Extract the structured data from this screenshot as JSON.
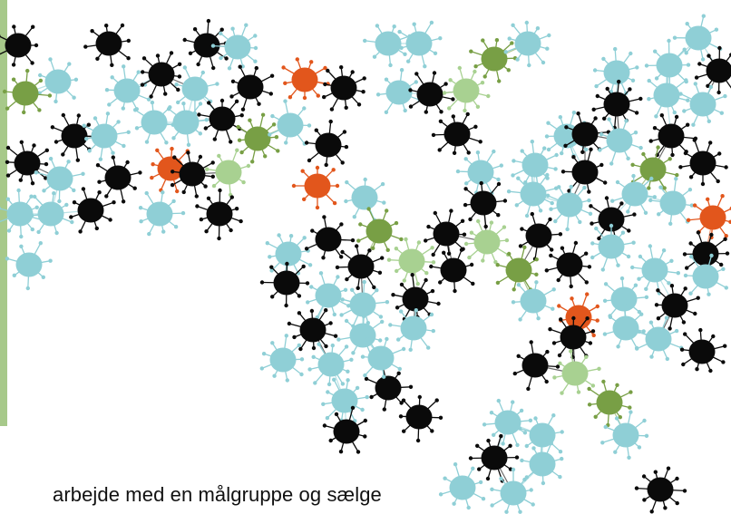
{
  "caption": "arbejde med en målgruppe og sælge",
  "colors": {
    "accent_bar": "#a7c98a",
    "light_blue": "#8fcfd6",
    "black": "#0a0a0a",
    "light_green": "#a8d191",
    "olive_green": "#789f45",
    "orange": "#e2561c"
  },
  "illustration": {
    "subject": "network-of-people-nodes",
    "node_color_names": [
      "light_blue",
      "black",
      "light_green",
      "olive_green",
      "orange"
    ]
  }
}
